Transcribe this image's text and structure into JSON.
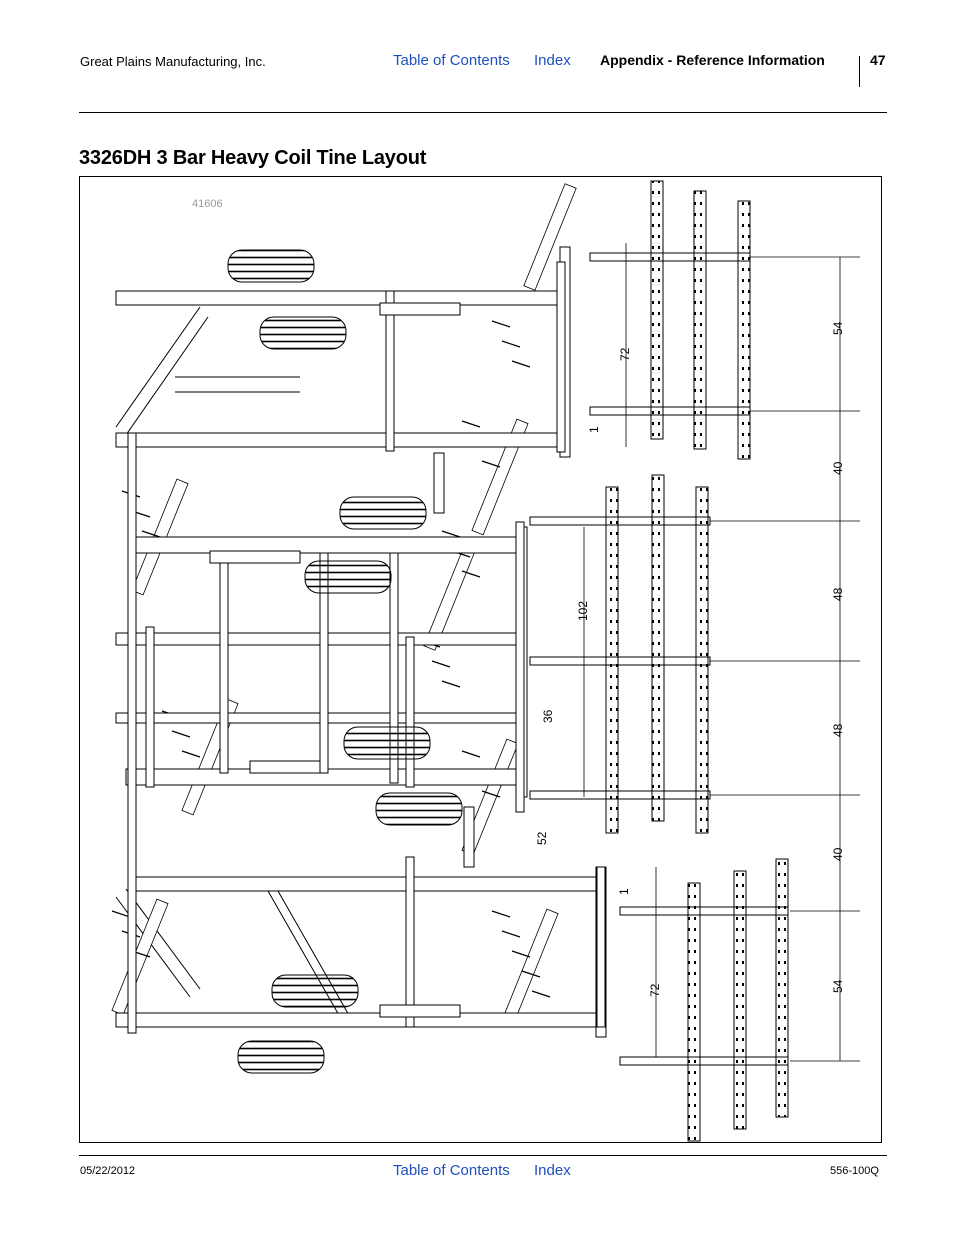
{
  "header": {
    "company": "Great Plains Manufacturing, Inc.",
    "toc_link": "Table of Contents",
    "index_link": "Index",
    "section": "Appendix - Reference Information",
    "page_number": "47"
  },
  "page_title": "3326DH 3 Bar Heavy Coil Tine Layout",
  "figure": {
    "figure_number": "41606",
    "dimensions": {
      "top_spacing_54": "54",
      "top_spacing_40": "40",
      "mid_spacing_48a": "48",
      "mid_spacing_48b": "48",
      "bottom_spacing_40": "40",
      "bottom_spacing_54": "54",
      "top_length_72": "72",
      "top_offset_1": "1",
      "center_length_102": "102",
      "center_offset_36": "36",
      "center_offset_52": "52",
      "bottom_offset_1": "1",
      "bottom_length_72": "72"
    }
  },
  "footer": {
    "date": "05/22/2012",
    "toc_link": "Table of Contents",
    "index_link": "Index",
    "doc_number": "556-100Q"
  }
}
